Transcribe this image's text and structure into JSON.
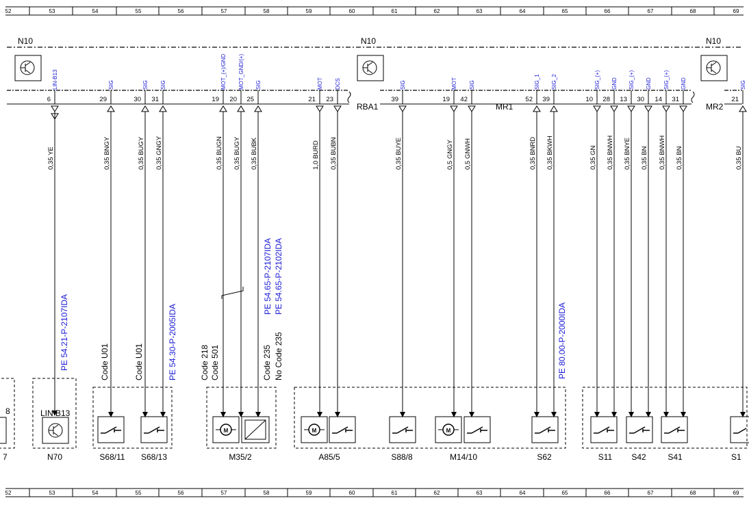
{
  "grid": {
    "numbers": [
      "52",
      "53",
      "54",
      "55",
      "56",
      "57",
      "58",
      "59",
      "60",
      "61",
      "62",
      "63",
      "64",
      "65",
      "66",
      "67",
      "68",
      "69"
    ]
  },
  "ecu": {
    "label": "N10",
    "connector_labels": [
      "RBA1",
      "MR1",
      "MR2"
    ]
  },
  "pins": [
    {
      "num": "6",
      "signal": "LIN-B13",
      "wire": "0,35 YE"
    },
    {
      "num": "29",
      "signal": "SIG",
      "wire": "0,35 BNGY"
    },
    {
      "num": "30",
      "signal": "SIG",
      "wire": "0,35 BUGY"
    },
    {
      "num": "31",
      "signal": "SIG",
      "wire": "0,35 GNGY"
    },
    {
      "num": "19",
      "signal": "MOT_(+)/GND",
      "wire": "0,35 BUGN"
    },
    {
      "num": "20",
      "signal": "MOT_GND/(+)",
      "wire": "0,35 BUGY"
    },
    {
      "num": "25",
      "signal": "SIG",
      "wire": "0,35 BUBK"
    },
    {
      "num": "21",
      "signal": "MOT",
      "wire": "1,0 BURD"
    },
    {
      "num": "23",
      "signal": "DCS",
      "wire": "0,35 BUBN"
    },
    {
      "num": "39",
      "signal": "SIG",
      "wire": "0,35 BUYE"
    },
    {
      "num": "19",
      "signal": "MOT",
      "wire": "0,5 GNGY"
    },
    {
      "num": "42",
      "signal": "SIG",
      "wire": "0,5 GNWH"
    },
    {
      "num": "52",
      "signal": "SIG_1",
      "wire": "0,35 BNRD"
    },
    {
      "num": "39",
      "signal": "SIG_2",
      "wire": "0,35 BKWH"
    },
    {
      "num": "10",
      "signal": "SIG_(+)",
      "wire": "0,35 GN"
    },
    {
      "num": "28",
      "signal": "GND",
      "wire": "0,35 BNWH"
    },
    {
      "num": "13",
      "signal": "SIG_(+)",
      "wire": "0,35 BNYE"
    },
    {
      "num": "30",
      "signal": "GND",
      "wire": "0,35 BN"
    },
    {
      "num": "14",
      "signal": "SIG_(+)",
      "wire": "0,35 BNWH"
    },
    {
      "num": "31",
      "signal": "GND",
      "wire": "0,35 BN"
    },
    {
      "num": "21",
      "signal": "SIG",
      "wire": "0,35 BU"
    }
  ],
  "annotations": {
    "pe_lin": "PE 54.21-P-2107IDA",
    "code_u01": "Code U01",
    "pe_s68": "PE 54.30-P-2005IDA",
    "code_218": "Code 218",
    "code_501": "Code 501",
    "code_235": "Code 235",
    "no_code_235": "No Code 235",
    "pe_m35_a": "PE 54.65-P-2107IDA",
    "pe_m35_b": "PE 54.65-P-2102IDA",
    "pe_s62": "PE 80.00-P-2000IDA"
  },
  "components": {
    "lin_b13": "LIN B13",
    "n70": "N70",
    "s68_11": "S68/11",
    "s68_13": "S68/13",
    "m35_2": "M35/2",
    "a85_5": "A85/5",
    "s88_8": "S88/8",
    "m14_10": "M14/10",
    "s62": "S62",
    "s11": "S11",
    "s42": "S42",
    "s41": "S41",
    "s1x": "S1",
    "left_num8": "8",
    "left_num7": "7",
    "motor_letter": "M"
  }
}
